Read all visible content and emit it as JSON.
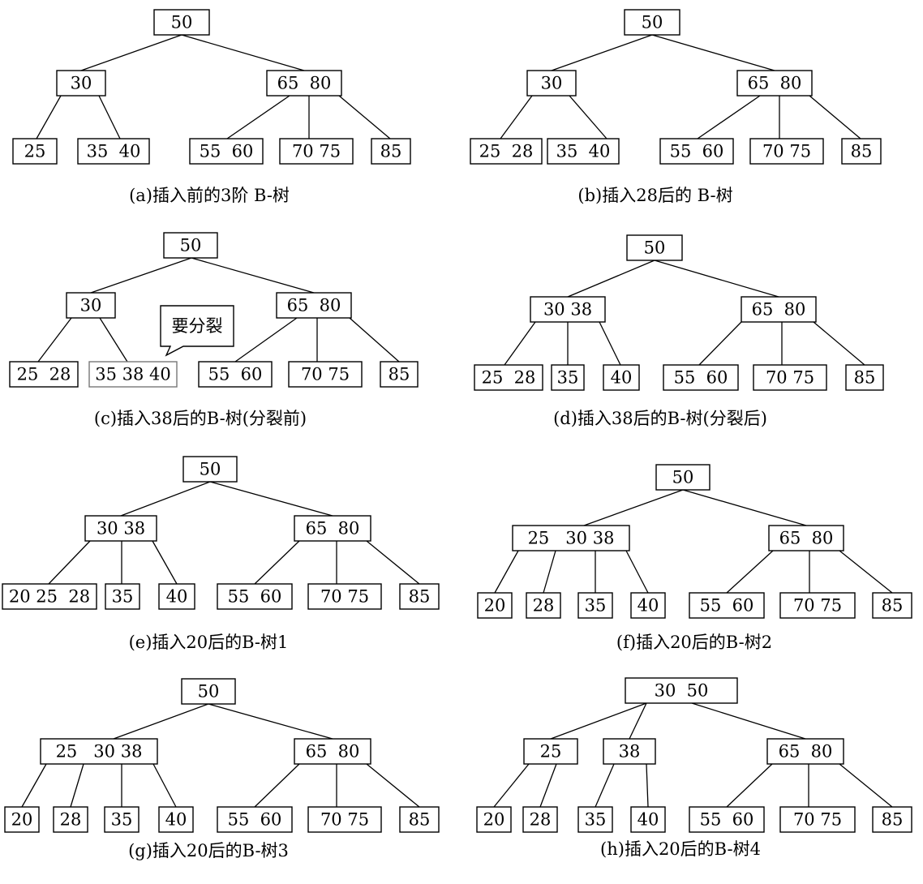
{
  "panels": [
    {
      "id": "a",
      "caption": "(a)插入前的3阶 B-树",
      "nodes": [
        {
          "id": "a0",
          "label": "50"
        },
        {
          "id": "a1",
          "label": "30"
        },
        {
          "id": "a2",
          "label": "65  80"
        },
        {
          "id": "a3",
          "label": "25"
        },
        {
          "id": "a4",
          "label": "35  40"
        },
        {
          "id": "a5",
          "label": "55  60"
        },
        {
          "id": "a6",
          "label": "70 75"
        },
        {
          "id": "a7",
          "label": "85"
        }
      ]
    },
    {
      "id": "b",
      "caption": "(b)插入28后的 B-树",
      "nodes": [
        {
          "id": "b0",
          "label": "50"
        },
        {
          "id": "b1",
          "label": "30"
        },
        {
          "id": "b2",
          "label": "65  80"
        },
        {
          "id": "b3",
          "label": "25  28"
        },
        {
          "id": "b4",
          "label": "35  40"
        },
        {
          "id": "b5",
          "label": "55  60"
        },
        {
          "id": "b6",
          "label": "70 75"
        },
        {
          "id": "b7",
          "label": "85"
        }
      ]
    },
    {
      "id": "c",
      "caption": "(c)插入38后的B-树(分裂前)",
      "callout": "要分裂",
      "nodes": [
        {
          "id": "c0",
          "label": "50"
        },
        {
          "id": "c1",
          "label": "30"
        },
        {
          "id": "c2",
          "label": "65  80"
        },
        {
          "id": "c3",
          "label": "25  28"
        },
        {
          "id": "c4",
          "label": "35 38 40"
        },
        {
          "id": "c5",
          "label": "55  60"
        },
        {
          "id": "c6",
          "label": "70 75"
        },
        {
          "id": "c7",
          "label": "85"
        }
      ]
    },
    {
      "id": "d",
      "caption": "(d)插入38后的B-树(分裂后)",
      "nodes": [
        {
          "id": "d0",
          "label": "50"
        },
        {
          "id": "d1",
          "label": "30 38"
        },
        {
          "id": "d2",
          "label": "65  80"
        },
        {
          "id": "d3",
          "label": "25  28"
        },
        {
          "id": "d4",
          "label": "35"
        },
        {
          "id": "d5",
          "label": "40"
        },
        {
          "id": "d6",
          "label": "55  60"
        },
        {
          "id": "d7",
          "label": "70 75"
        },
        {
          "id": "d8",
          "label": "85"
        }
      ]
    },
    {
      "id": "e",
      "caption": "(e)插入20后的B-树1",
      "nodes": [
        {
          "id": "e0",
          "label": "50"
        },
        {
          "id": "e1",
          "label": "30 38"
        },
        {
          "id": "e2",
          "label": "65  80"
        },
        {
          "id": "e3",
          "label": "20 25  28"
        },
        {
          "id": "e4",
          "label": "35"
        },
        {
          "id": "e5",
          "label": "40"
        },
        {
          "id": "e6",
          "label": "55  60"
        },
        {
          "id": "e7",
          "label": "70 75"
        },
        {
          "id": "e8",
          "label": "85"
        }
      ]
    },
    {
      "id": "f",
      "caption": "(f)插入20后的B-树2",
      "nodes": [
        {
          "id": "f0",
          "label": "50"
        },
        {
          "id": "f1",
          "label": "25   30 38"
        },
        {
          "id": "f2",
          "label": "65  80"
        },
        {
          "id": "f3",
          "label": "20"
        },
        {
          "id": "f4",
          "label": "28"
        },
        {
          "id": "f5",
          "label": "35"
        },
        {
          "id": "f6",
          "label": "40"
        },
        {
          "id": "f7",
          "label": "55  60"
        },
        {
          "id": "f8",
          "label": "70 75"
        },
        {
          "id": "f9",
          "label": "85"
        }
      ]
    },
    {
      "id": "g",
      "caption": "(g)插入20后的B-树3",
      "nodes": [
        {
          "id": "g0",
          "label": "50"
        },
        {
          "id": "g1",
          "label": "25   30 38"
        },
        {
          "id": "g2",
          "label": "65  80"
        },
        {
          "id": "g3",
          "label": "20"
        },
        {
          "id": "g4",
          "label": "28"
        },
        {
          "id": "g5",
          "label": "35"
        },
        {
          "id": "g6",
          "label": "40"
        },
        {
          "id": "g7",
          "label": "55  60"
        },
        {
          "id": "g8",
          "label": "70 75"
        },
        {
          "id": "g9",
          "label": "85"
        }
      ]
    },
    {
      "id": "h",
      "caption": "(h)插入20后的B-树4",
      "nodes": [
        {
          "id": "h0",
          "label": "30  50"
        },
        {
          "id": "h1",
          "label": "25"
        },
        {
          "id": "h2",
          "label": "38"
        },
        {
          "id": "h3",
          "label": "65  80"
        },
        {
          "id": "h4",
          "label": "20"
        },
        {
          "id": "h5",
          "label": "28"
        },
        {
          "id": "h6",
          "label": "35"
        },
        {
          "id": "h7",
          "label": "40"
        },
        {
          "id": "h8",
          "label": "55  60"
        },
        {
          "id": "h9",
          "label": "70 75"
        },
        {
          "id": "h10",
          "label": "85"
        }
      ]
    }
  ]
}
